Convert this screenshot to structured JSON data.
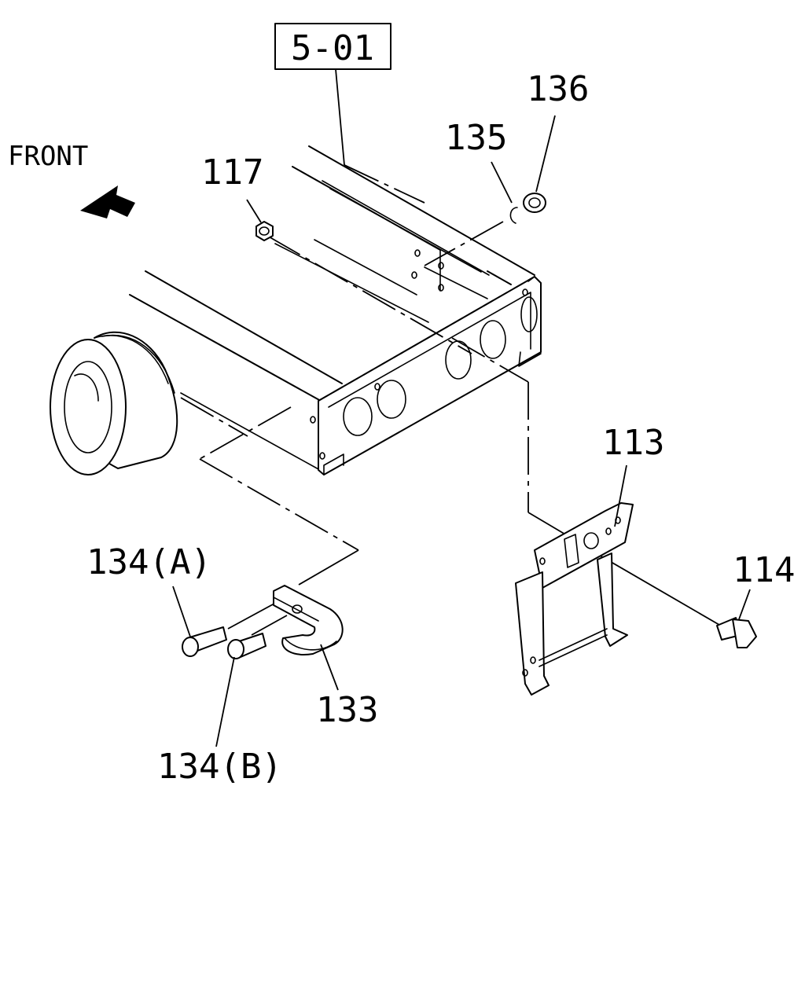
{
  "reference_box": "5-01",
  "direction_label": "FRONT",
  "callouts": {
    "p113": "113",
    "p114": "114",
    "p117": "117",
    "p133": "133",
    "p134a": "134(A)",
    "p134b": "134(B)",
    "p135": "135",
    "p136": "136"
  }
}
